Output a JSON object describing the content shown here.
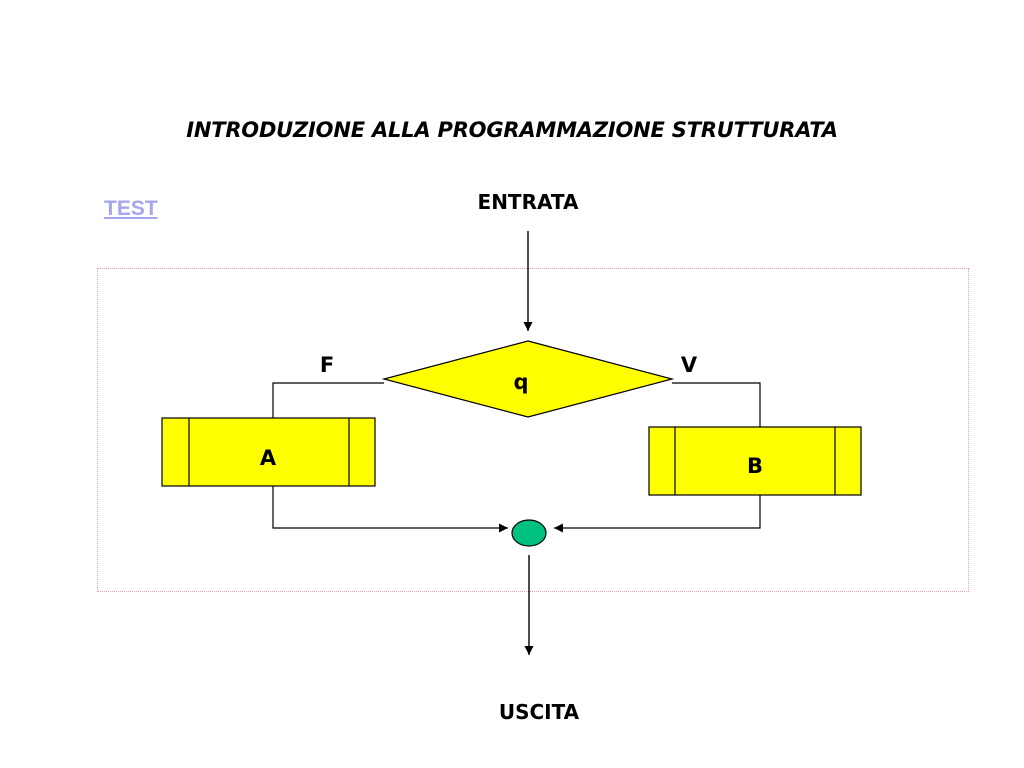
{
  "slide": {
    "title": "INTRODUZIONE ALLA PROGRAMMAZIONE STRUTTURATA",
    "link_label": "TEST"
  },
  "flowchart": {
    "entry_label": "ENTRATA",
    "exit_label": "USCITA",
    "condition_label": "q",
    "false_label": "F",
    "true_label": "V",
    "block_a_label": "A",
    "block_b_label": "B"
  },
  "colors": {
    "shape_fill": "#ffff00",
    "junction_fill": "#00c080",
    "link": "#a6a6ee",
    "frame": "#e3a0a8"
  }
}
